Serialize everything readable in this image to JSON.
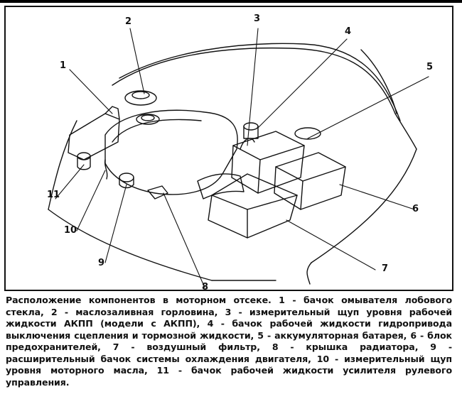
{
  "callouts": [
    "1",
    "2",
    "3",
    "4",
    "5",
    "6",
    "7",
    "8",
    "9",
    "10",
    "11"
  ],
  "caption": "Расположение компонентов в моторном отсеке. 1 - бачок омывателя лобового стекла, 2 - маслозаливная горловина, 3 - измерительный щуп уровня рабочей жидкости АКПП (модели с АКПП), 4 - бачок рабочей жидкости гидропривода выключения сцепления и тормозной жидкости, 5 - аккумуляторная батарея, 6 - блок предохранителей, 7 - воздушный фильтр, 8 - крышка радиатора, 9 - расширительный бачок системы охлаждения двигателя, 10 - измерительный щуп уровня моторного масла, 11 - бачок рабочей жидкости усилителя рулевого управления."
}
